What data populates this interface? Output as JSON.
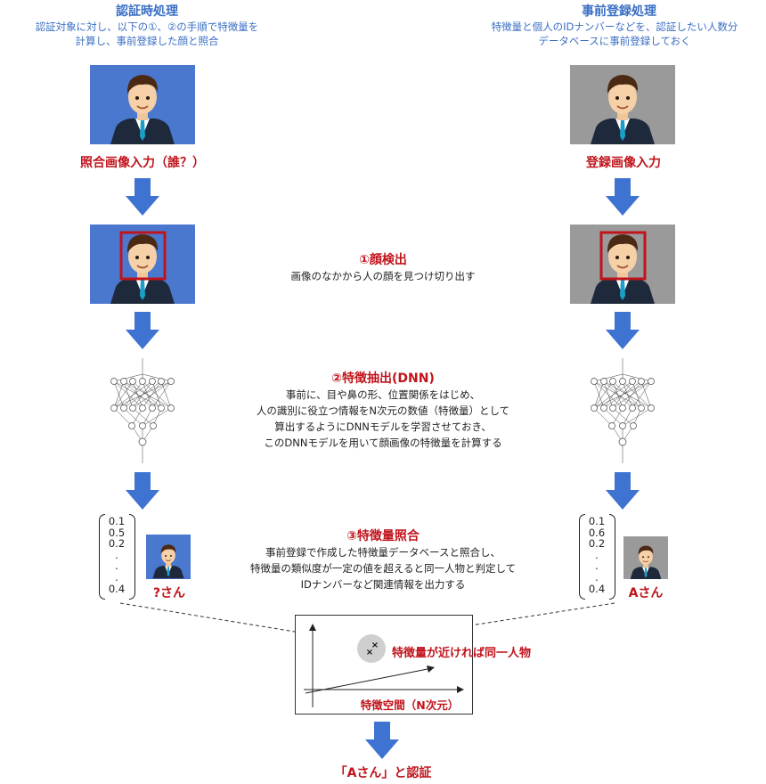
{
  "left": {
    "heading": "認証時処理",
    "desc_line1": "認証対象に対し、以下の①、②の手順で特徴量を",
    "desc_line2": "計算し、事前登録した顔と照合",
    "input_label": "照合画像入力（誰？）",
    "vector": [
      "0.1",
      "0.5",
      "0.2",
      ".",
      ".",
      ".",
      "0.4"
    ],
    "person_label": "?さん",
    "photo_bg": "#4a78cf"
  },
  "right": {
    "heading": "事前登録処理",
    "desc_line1": "特徴量と個人のIDナンバーなどを、認証したい人数分",
    "desc_line2": "データベースに事前登録しておく",
    "input_label": "登録画像入力",
    "vector": [
      "0.1",
      "0.6",
      "0.2",
      ".",
      ".",
      ".",
      "0.4"
    ],
    "person_label": "Aさん",
    "photo_bg": "#9a9a9a"
  },
  "steps": {
    "detect": {
      "title": "①顔検出",
      "lines": [
        "画像のなかから人の顔を見つけ切り出す"
      ]
    },
    "extract": {
      "title": "②特徴抽出(DNN)",
      "lines": [
        "事前に、目や鼻の形、位置関係をはじめ、",
        "人の識別に役立つ情報をN次元の数値（特徴量）として",
        "算出するようにDNNモデルを学習させておき、",
        "このDNNモデルを用いて顔画像の特徴量を計算する"
      ]
    },
    "match": {
      "title": "③特徴量照合",
      "lines": [
        "事前登録で作成した特徴量データベースと照合し、",
        "特徴量の類似度が一定の値を超えると同一人物と判定して",
        "IDナンバーなど関連情報を出力する"
      ]
    }
  },
  "feature_space": {
    "near_label": "特徴量が近ければ同一人物",
    "axis_label": "特徴空間（N次元）"
  },
  "result": "「Aさん」と認証",
  "colors": {
    "arrow": "#3f73d1",
    "red": "#c0141c",
    "blue_text": "#3a6fc4"
  }
}
